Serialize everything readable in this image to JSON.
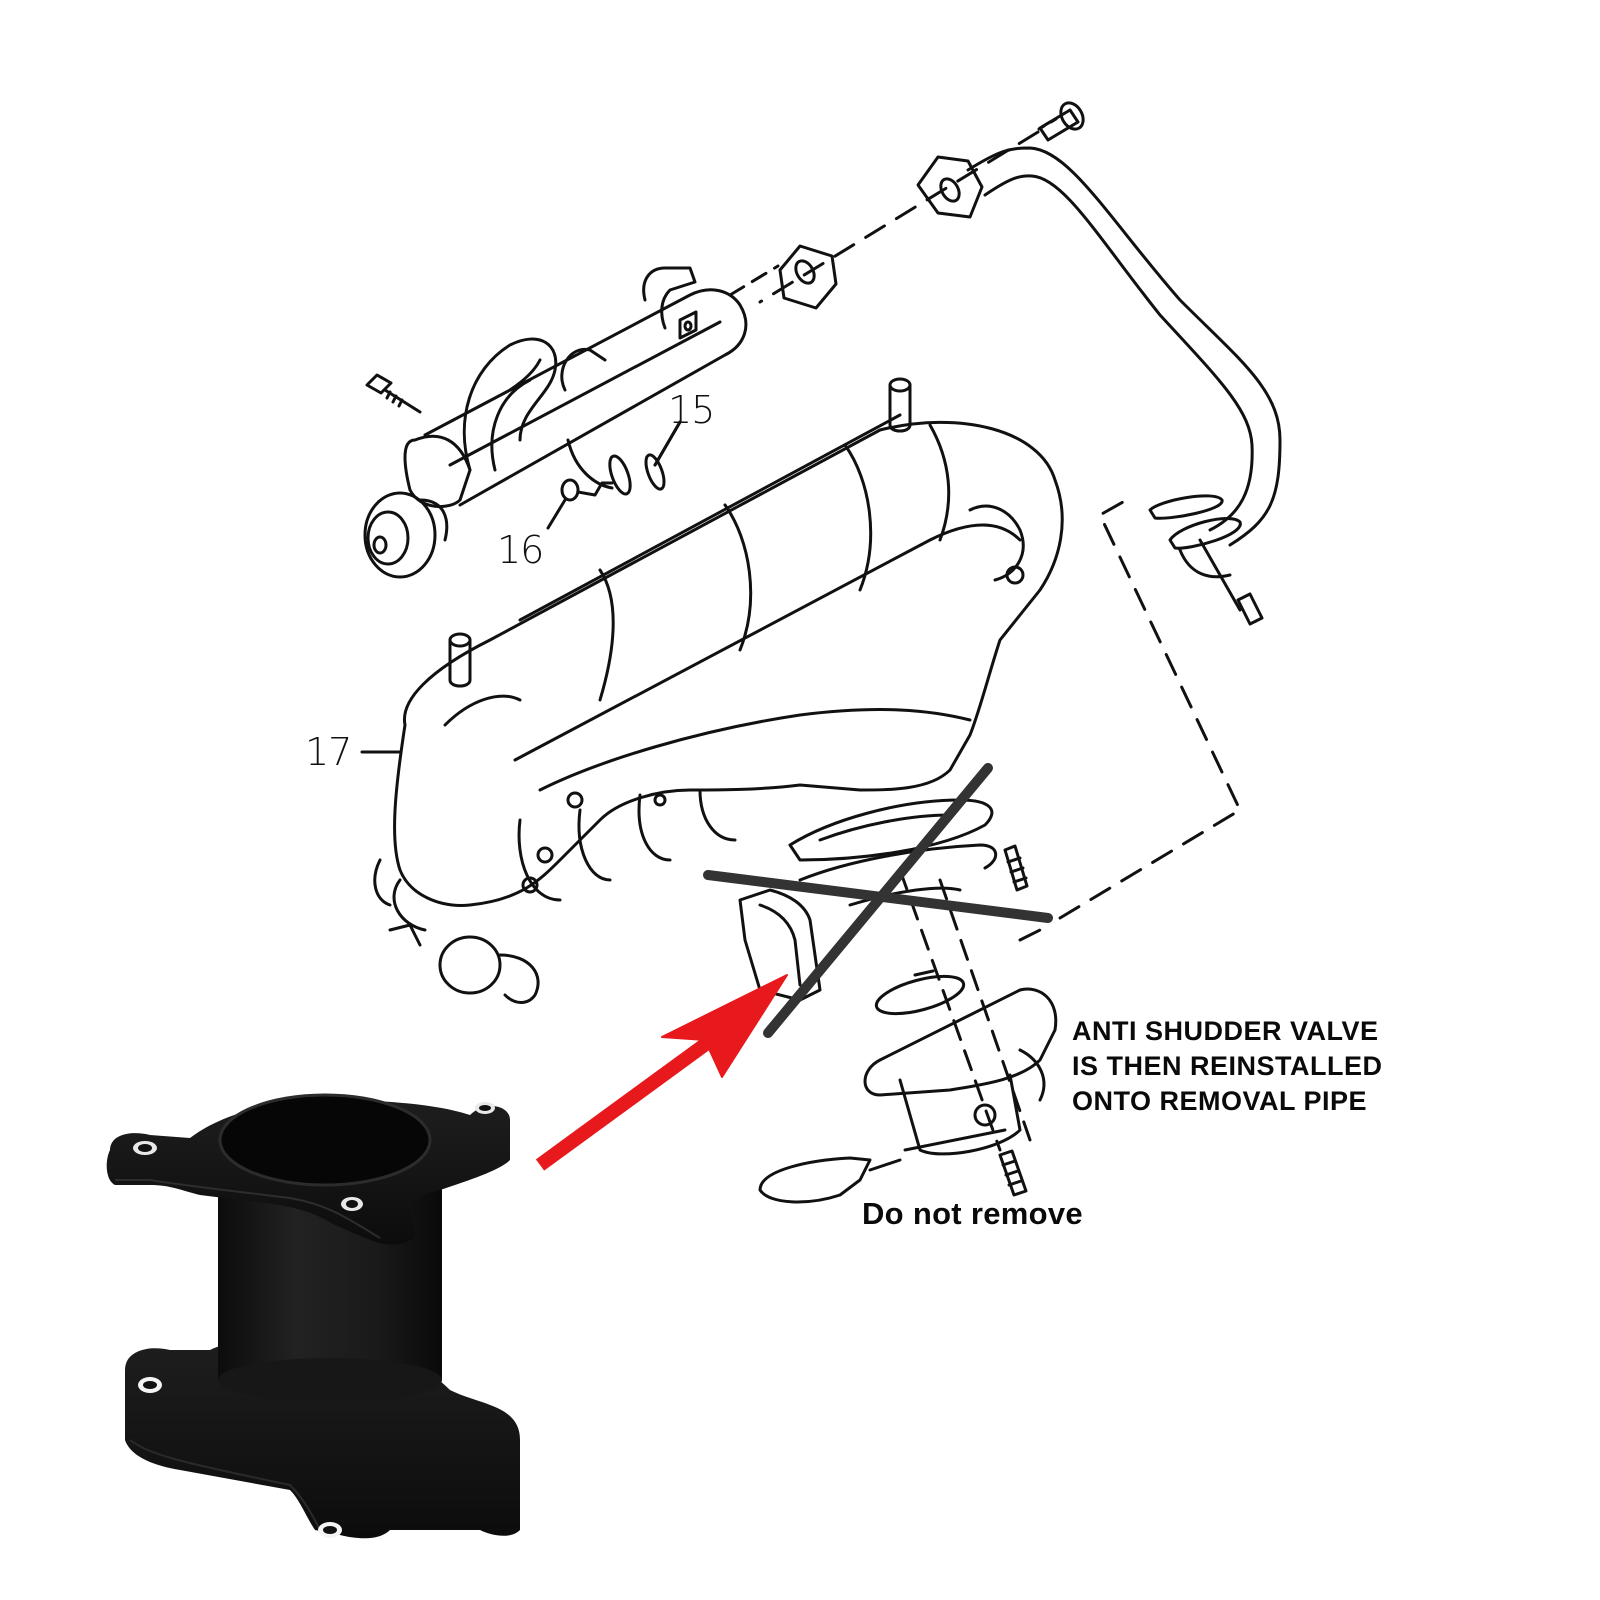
{
  "diagram": {
    "title": "Intake manifold exploded view with anti shudder valve removal pipe",
    "callouts": [
      {
        "id": "15",
        "label": "15"
      },
      {
        "id": "16",
        "label": "16"
      },
      {
        "id": "17",
        "label": "17"
      }
    ],
    "annotations": {
      "instruction_lines": [
        "ANTI SHUDDER VALVE",
        "IS THEN REINSTALLED",
        "ONTO REMOVAL PIPE"
      ],
      "do_not_remove": "Do not remove"
    },
    "markers": {
      "arrow_icon": "red-arrow-icon",
      "arrow_color": "#e8191c",
      "cross_out_icon": "x-cross-out-icon",
      "cross_color": "#333333"
    },
    "product_photo": {
      "name": "anti-shudder-valve-removal-pipe",
      "color": "#141414"
    },
    "line_color": "#111111",
    "background": "#ffffff"
  }
}
